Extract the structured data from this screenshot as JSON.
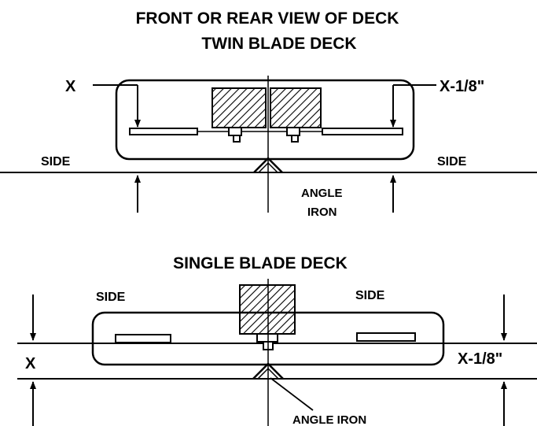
{
  "title": {
    "line1": "FRONT OR REAR VIEW OF DECK",
    "line2": "TWIN BLADE DECK"
  },
  "twin": {
    "label_x": "X",
    "label_x18": "X-1/8\"",
    "side_left": "SIDE",
    "side_right": "SIDE",
    "angle_line1": "ANGLE",
    "angle_line2": "IRON"
  },
  "single": {
    "title": "SINGLE BLADE DECK",
    "side_left": "SIDE",
    "side_right": "SIDE",
    "label_x": "X",
    "label_x18": "X-1/8\"",
    "angle_iron": "ANGLE IRON"
  }
}
